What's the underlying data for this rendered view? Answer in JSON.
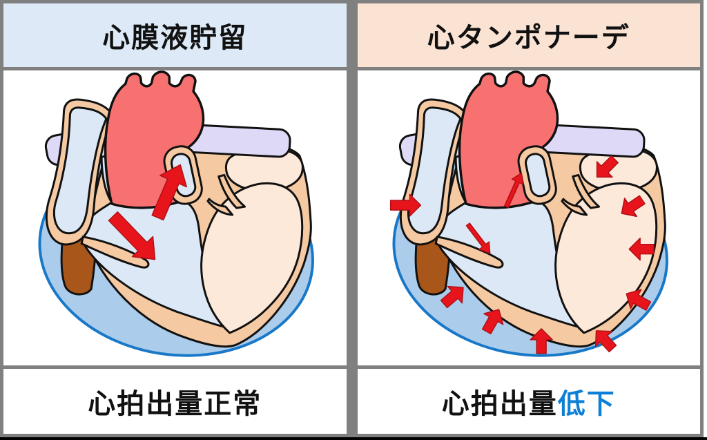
{
  "colors": {
    "border_gray": "#808080",
    "header_left_bg": "#dde9f6",
    "header_right_bg": "#fbe3d4",
    "text_black": "#111111",
    "highlight_blue": "#0e7fd6",
    "effusion_fill": "#abccea",
    "effusion_stroke": "#1878c8",
    "heart_wall": "#f5c9a2",
    "cavity_cream": "#fce9da",
    "blood_blue": "#dce8f5",
    "aorta_red": "#f87171",
    "vessel_lavender": "#ded9f6",
    "vessel_brown": "#a9561b",
    "arrow_red": "#e8141c",
    "outline_black": "#111111"
  },
  "panels": [
    {
      "id": "pericardial-effusion",
      "header": "心膜液貯留",
      "caption_parts": [
        {
          "text": "心拍出量正常",
          "color": "text"
        }
      ],
      "flow_arrows": [
        {
          "tail": [
            160,
            210
          ],
          "head": [
            221,
            273
          ],
          "shaft": 18,
          "head_w": 42,
          "head_l": 26
        },
        {
          "tail": [
            225,
            212
          ],
          "head": [
            258,
            135
          ],
          "shaft": 18,
          "head_w": 42,
          "head_l": 26
        }
      ],
      "compression_arrows": []
    },
    {
      "id": "cardiac-tamponade",
      "header": "心タンポナーデ",
      "caption_parts": [
        {
          "text": "心拍出量",
          "color": "text"
        },
        {
          "text": "低下",
          "color": "highlight"
        }
      ],
      "flow_arrows": [
        {
          "tail": [
            217,
            196
          ],
          "head": [
            239,
            147
          ],
          "shaft": 6,
          "head_w": 18,
          "head_l": 14
        },
        {
          "tail": [
            161,
            222
          ],
          "head": [
            193,
            264
          ],
          "shaft": 6,
          "head_w": 18,
          "head_l": 14
        }
      ],
      "compression_arrows": [
        {
          "tail": [
            375,
            127
          ],
          "head": [
            349,
            153
          ],
          "shaft": 14,
          "head_w": 32,
          "head_l": 16
        },
        {
          "tail": [
            415,
            186
          ],
          "head": [
            385,
            206
          ],
          "shaft": 14,
          "head_w": 32,
          "head_l": 16
        },
        {
          "tail": [
            432,
            258
          ],
          "head": [
            396,
            258
          ],
          "shaft": 14,
          "head_w": 32,
          "head_l": 16
        },
        {
          "tail": [
            424,
            341
          ],
          "head": [
            392,
            323
          ],
          "shaft": 14,
          "head_w": 32,
          "head_l": 16
        },
        {
          "tail": [
            372,
            403
          ],
          "head": [
            348,
            377
          ],
          "shaft": 14,
          "head_w": 32,
          "head_l": 16
        },
        {
          "tail": [
            268,
            410
          ],
          "head": [
            268,
            374
          ],
          "shaft": 14,
          "head_w": 32,
          "head_l": 16
        },
        {
          "tail": [
            188,
            378
          ],
          "head": [
            206,
            346
          ],
          "shaft": 14,
          "head_w": 32,
          "head_l": 16
        },
        {
          "tail": [
            126,
            338
          ],
          "head": [
            154,
            314
          ],
          "shaft": 14,
          "head_w": 32,
          "head_l": 16
        },
        {
          "tail": [
            48,
            194
          ],
          "head": [
            92,
            194
          ],
          "shaft": 14,
          "head_w": 32,
          "head_l": 16
        }
      ]
    }
  ]
}
